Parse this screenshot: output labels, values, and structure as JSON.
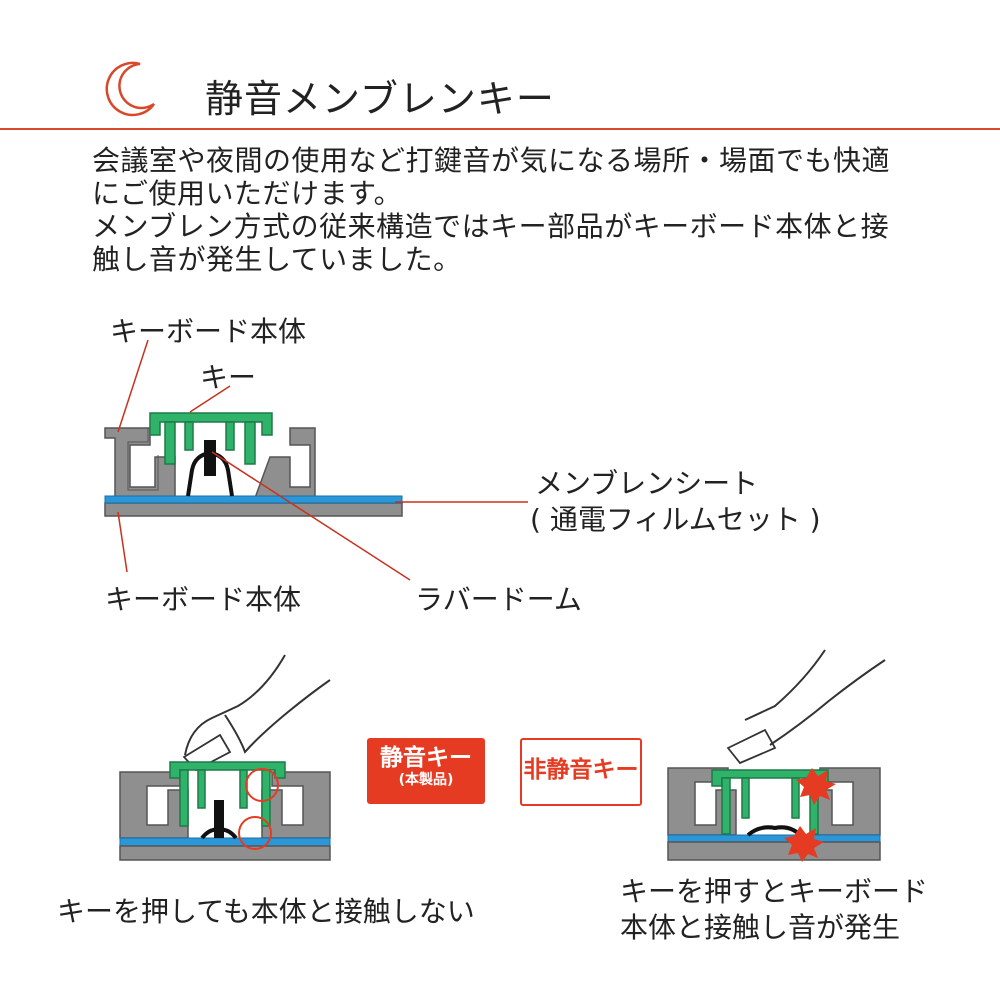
{
  "header": {
    "title": "静音メンブレンキー",
    "icon": "crescent-moon-icon",
    "accent_color": "#d8482a"
  },
  "intro": {
    "lines": [
      "会議室や夜間の使用など打鍵音が気になる場所・場面でも快適",
      "にご使用いただけます。",
      "メンブレン方式の従来構造ではキー部品がキーボード本体と接",
      "触し音が発生していました。"
    ]
  },
  "diagram": {
    "label_body_top": "キーボード本体",
    "label_key": "キー",
    "label_membrane_1": "メンブレンシート",
    "label_membrane_2": "( 通電フィルムセット )",
    "label_body_bottom": "キーボード本体",
    "label_rubber_dome": "ラバードーム",
    "colors": {
      "key": "#2fb36a",
      "body": "#8f8f8f",
      "membrane": "#2a97d8",
      "leader": "#c8321e"
    }
  },
  "comparison": {
    "quiet_badge_title": "静音キー",
    "quiet_badge_sub": "(本製品)",
    "loud_badge_title": "非静音キー",
    "quiet_caption": "キーを押しても本体と接触しない",
    "loud_caption_1": "キーを押すとキーボード",
    "loud_caption_2": "本体と接触し音が発生",
    "badge_color": "#e53b22"
  }
}
